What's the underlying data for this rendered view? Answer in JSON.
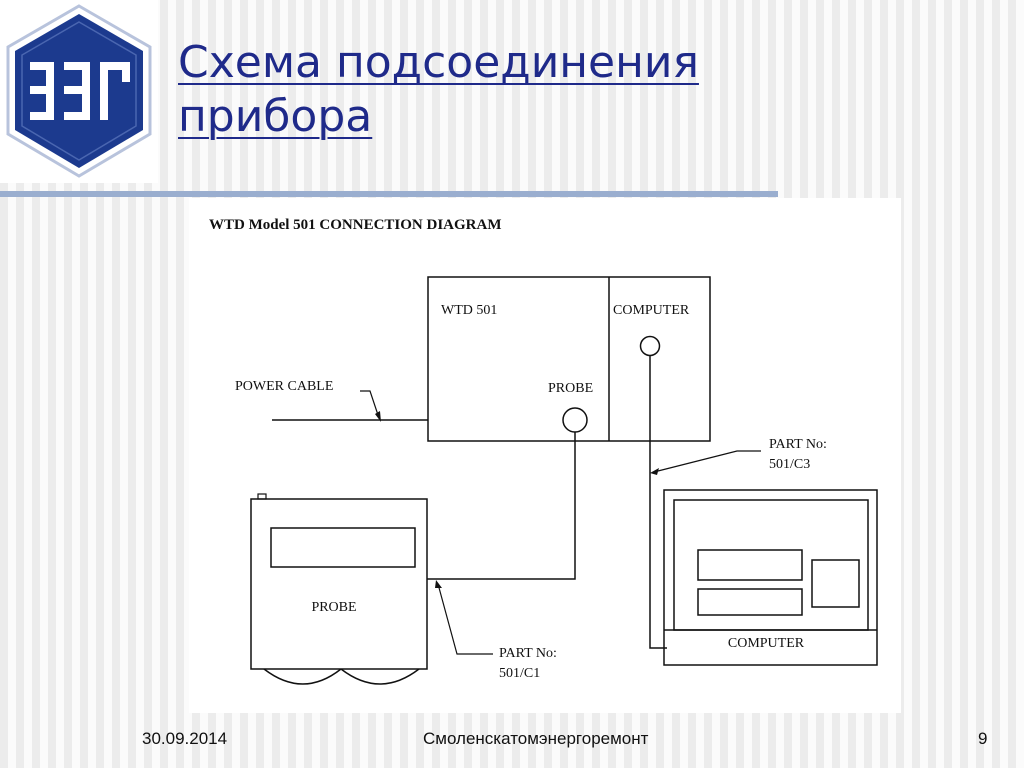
{
  "slide": {
    "title_line1": "Схема подсоединения",
    "title_line2": "прибора"
  },
  "logo": {
    "icon": "company-logo-icon",
    "colors": {
      "hexagon": "#1c3a8e",
      "panel": "#ffffff"
    }
  },
  "diagram": {
    "heading": "WTD Model 501 CONNECTION DIAGRAM",
    "wtd_label": "WTD 501",
    "computer_port_label": "COMPUTER",
    "probe_port_label": "PROBE",
    "power_cable_label": "POWER CABLE",
    "part_c3_line1": "PART No:",
    "part_c3_line2": "501/C3",
    "probe_device_label": "PROBE",
    "computer_device_label": "COMPUTER",
    "part_c1_line1": "PART No:",
    "part_c1_line2": "501/C1"
  },
  "footer": {
    "date": "30.09.2014",
    "company": "Смоленскатомэнергоремонт",
    "page": "9"
  }
}
